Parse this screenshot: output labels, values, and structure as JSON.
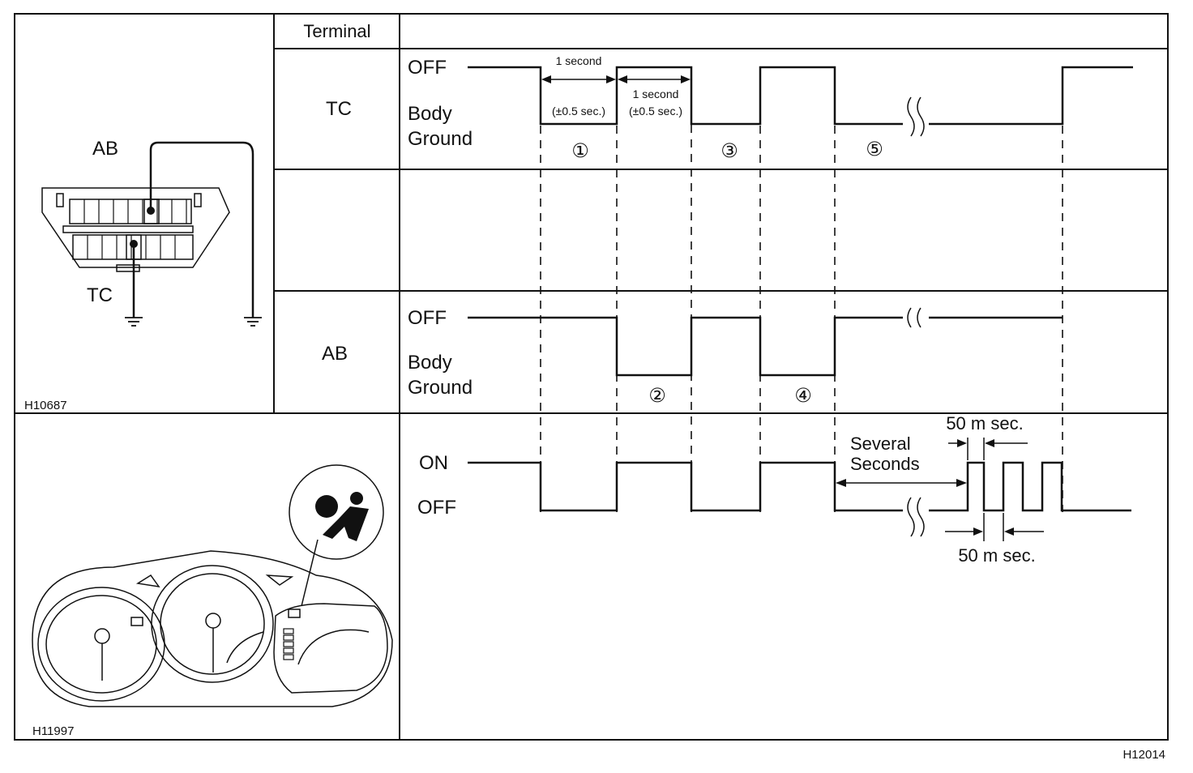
{
  "table": {
    "header_terminal": "Terminal",
    "row_tc_label": "TC",
    "row_ab_label": "AB"
  },
  "tc_wave": {
    "off_label": "OFF",
    "body_label": "Body",
    "ground_label": "Ground",
    "interval1_label": "1 second",
    "interval1_tol": "(±0.5 sec.)",
    "interval2_label": "1 second",
    "interval2_tol": "(±0.5 sec.)"
  },
  "ab_wave": {
    "off_label": "OFF",
    "body_label": "Body",
    "ground_label": "Ground"
  },
  "lamp_wave": {
    "on_label": "ON",
    "off_label": "OFF",
    "several_label_1": "Several",
    "several_label_2": "Seconds",
    "pulse_on_label": "50 m sec.",
    "pulse_off_label": "50 m sec."
  },
  "steps": {
    "s1": "①",
    "s2": "②",
    "s3": "③",
    "s4": "④",
    "s5": "⑤"
  },
  "connector": {
    "ab_label": "AB",
    "tc_label": "TC",
    "figure_code": "H10687"
  },
  "cluster": {
    "figure_code": "H11997"
  },
  "page": {
    "figure_code": "H12014"
  }
}
